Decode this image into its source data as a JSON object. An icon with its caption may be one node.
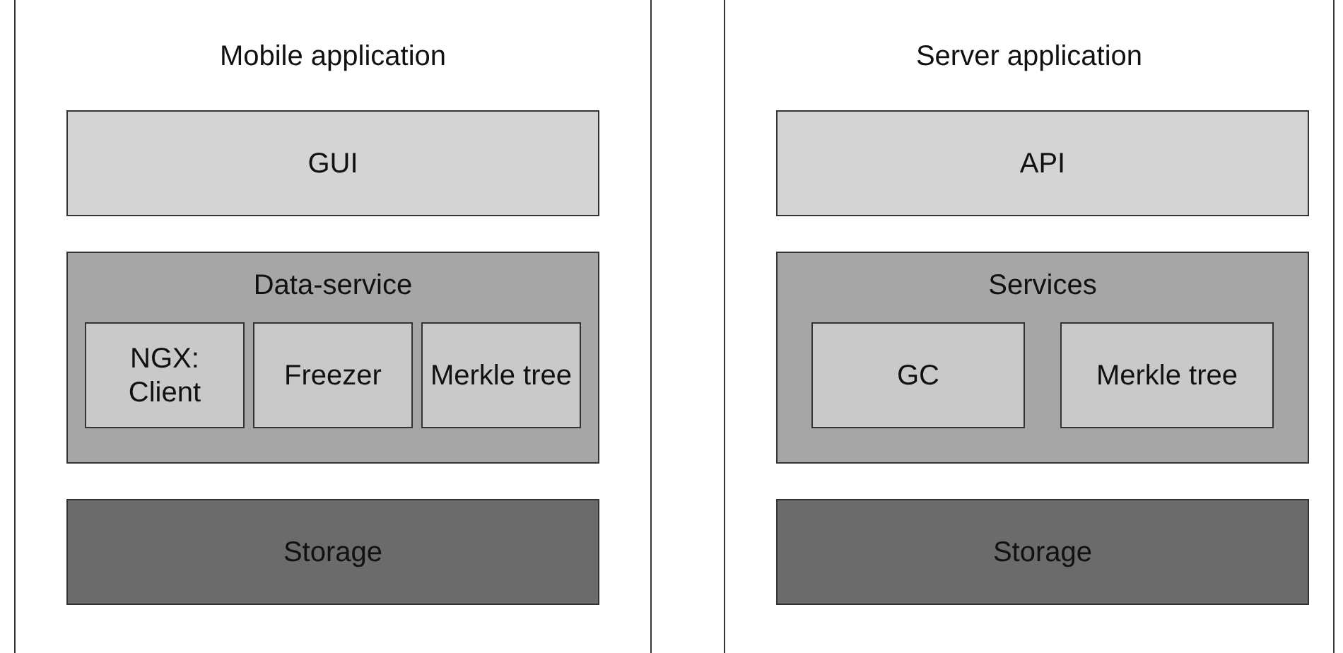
{
  "diagram": {
    "nodes": [
      {
        "text": [
          "Mobile application"
        ]
      },
      {
        "text": [
          "GUI"
        ],
        "in": 0
      },
      {
        "text": [
          "Data-service"
        ],
        "in": 0
      },
      {
        "text": [
          "NGX: Client"
        ],
        "in": 2
      },
      {
        "text": [
          "Freezer"
        ],
        "in": 2
      },
      {
        "text": [
          "Merkle tree"
        ],
        "in": 2
      },
      {
        "text": [
          "Storage"
        ],
        "in": 0
      },
      {
        "text": [
          "Server application"
        ]
      },
      {
        "text": [
          "API"
        ],
        "in": 7
      },
      {
        "text": [
          "Services"
        ],
        "in": 7
      },
      {
        "text": [
          "GC"
        ],
        "in": 9
      },
      {
        "text": [
          "Merkle tree"
        ],
        "in": 9
      },
      {
        "text": [
          "Storage"
        ],
        "in": 7
      }
    ]
  }
}
